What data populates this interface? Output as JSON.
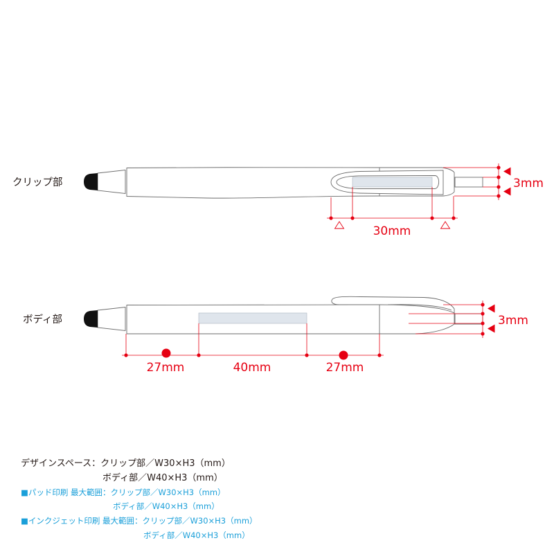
{
  "clip_view": {
    "label": "クリップ部",
    "height_dimension": "3mm",
    "width_dimension": "30mm"
  },
  "body_view": {
    "label": "ボディ部",
    "height_dimension": "3mm",
    "left_margin_dimension": "27mm",
    "width_dimension": "40mm",
    "right_margin_dimension": "27mm"
  },
  "notes": {
    "design_space": {
      "clip": "デザインスペース：クリップ部／W30×H3（mm）",
      "body": "ボディ部／W40×H3（mm）"
    },
    "pad_printing": {
      "clip": "■パッド印刷 最大範囲：クリップ部／W30×H3（mm）",
      "body": "ボディ部／W40×H3（mm）"
    },
    "inkjet_printing": {
      "clip": "■インクジェット印刷 最大範囲：クリップ部／W30×H3（mm）",
      "body": "ボディ部／W40×H3（mm）"
    }
  },
  "colors": {
    "background": "#ffffff",
    "outline": "#6b6b6b",
    "stylus_tip": "#111111",
    "print_area": "#dfe5ec",
    "dimension": "#e60012",
    "note_text": "#231815",
    "note_highlight": "#1a9fd9"
  }
}
